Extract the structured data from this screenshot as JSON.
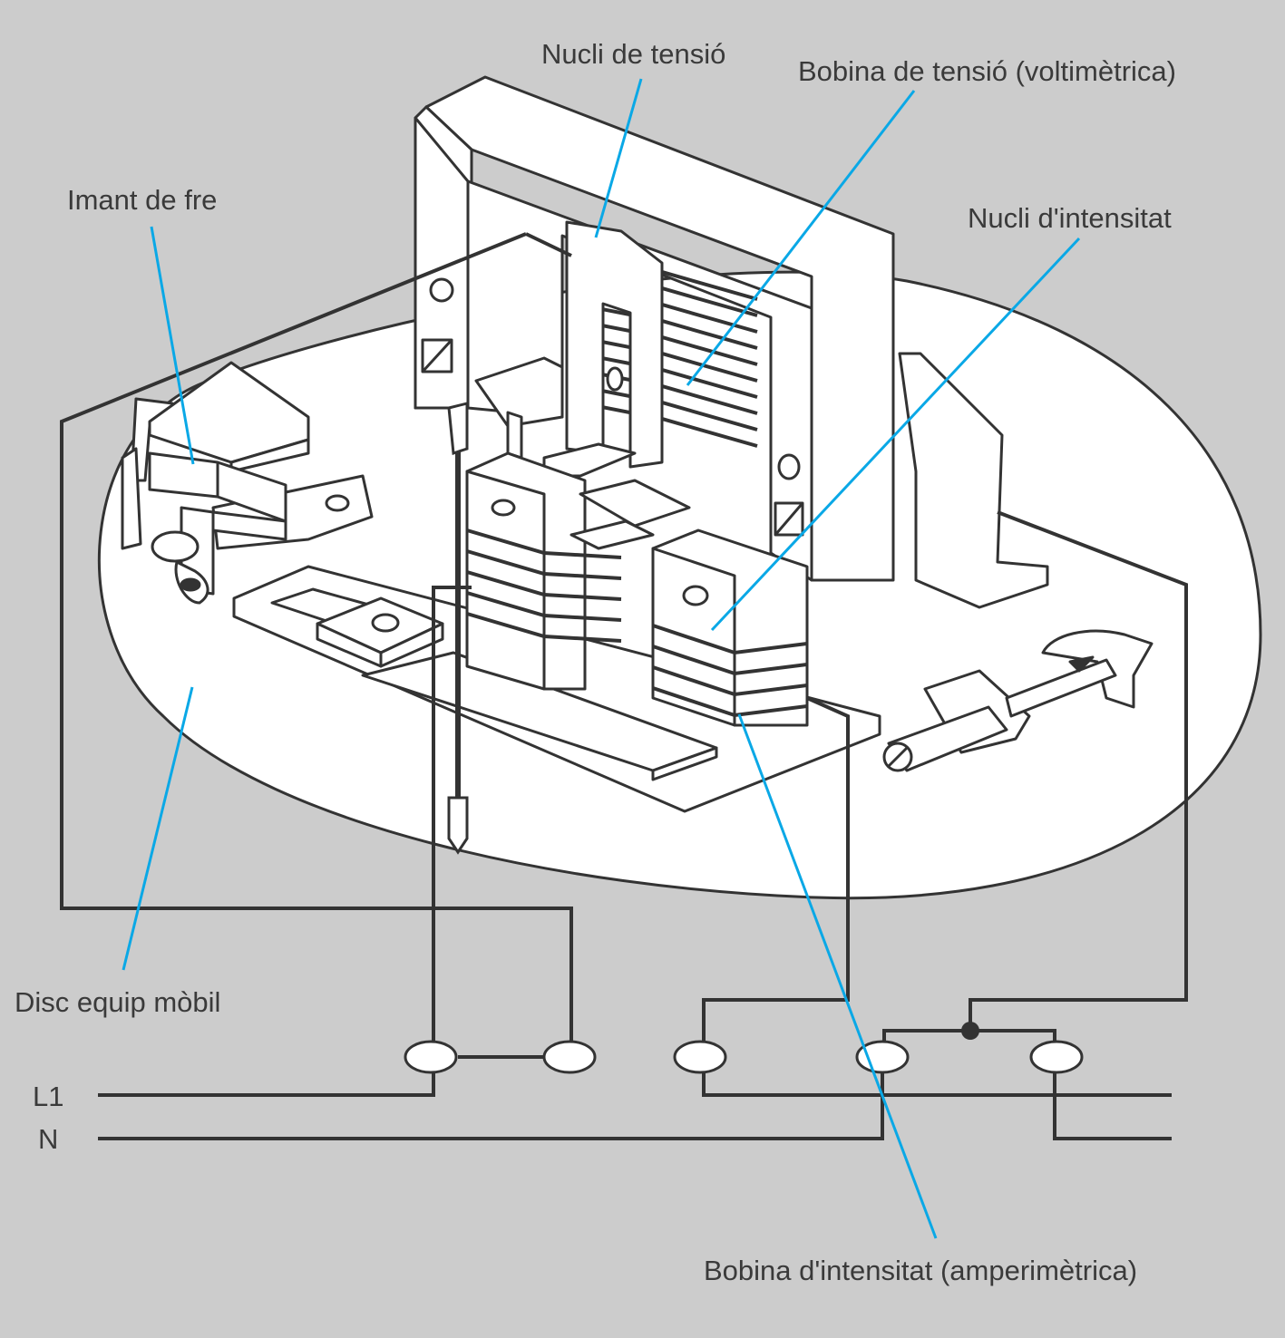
{
  "labels": {
    "nucli_tensio": "Nucli de tensió",
    "bobina_tensio": "Bobina de tensió (voltimètrica)",
    "imant_fre": "Imant de fre",
    "nucli_intensitat": "Nucli d'intensitat",
    "disc_equip_mobil": "Disc equip mòbil",
    "l1": "L1",
    "n": "N",
    "bobina_intensitat": "Bobina d'intensitat (amperimètrica)"
  },
  "colors": {
    "background": "#cccccc",
    "line": "#333333",
    "fill": "#ffffff",
    "callout": "#0aa8e6",
    "text": "#3a3a3a"
  }
}
